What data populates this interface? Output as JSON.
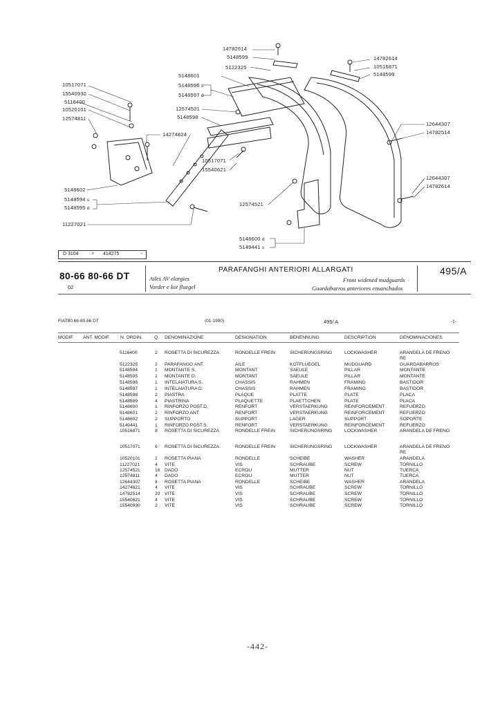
{
  "diagram": {
    "callouts": [
      {
        "id": "c1",
        "text": "14782614"
      },
      {
        "id": "c2",
        "text": "5148599"
      },
      {
        "id": "c3",
        "text": "5122325"
      },
      {
        "id": "c4",
        "text": "14782614"
      },
      {
        "id": "c5",
        "text": "10516871"
      },
      {
        "id": "c6",
        "text": "5148599"
      },
      {
        "id": "c7",
        "text": "5148601"
      },
      {
        "id": "c8",
        "text": "5148596"
      },
      {
        "id": "c9",
        "text": "5148597"
      },
      {
        "id": "c10",
        "text": "12574521"
      },
      {
        "id": "c11",
        "text": "5148598"
      },
      {
        "id": "c12",
        "text": "10517071"
      },
      {
        "id": "c13",
        "text": "15540930"
      },
      {
        "id": "c14",
        "text": "5116400"
      },
      {
        "id": "c15",
        "text": "10520101"
      },
      {
        "id": "c16",
        "text": "12574811"
      },
      {
        "id": "c17",
        "text": "14274824"
      },
      {
        "id": "c18",
        "text": "10517071"
      },
      {
        "id": "c19",
        "text": "15540621"
      },
      {
        "id": "c20",
        "text": "12644307"
      },
      {
        "id": "c21",
        "text": "14782514"
      },
      {
        "id": "c22",
        "text": "12644307"
      },
      {
        "id": "c23",
        "text": "14782614"
      },
      {
        "id": "c24",
        "text": "5148602"
      },
      {
        "id": "c25",
        "text": "5148594"
      },
      {
        "id": "c26",
        "text": "5148595"
      },
      {
        "id": "c27",
        "text": "12574521"
      },
      {
        "id": "c28",
        "text": "11227021"
      },
      {
        "id": "c29",
        "text": "5148600"
      },
      {
        "id": "c30",
        "text": "5149441"
      }
    ],
    "suffixes": {
      "s": "s",
      "d": "d"
    },
    "ref_box": {
      "left": "D 3104",
      "mid": "...n",
      "right": "414275",
      "arrow": "→"
    }
  },
  "header": {
    "model": "80-66 80-66 DT",
    "code": "02",
    "title": "PARAFANGHI ANTERIORI ALLARGATI",
    "fr": "Ailes AV elargies",
    "de": "Vorder e kot fluegel",
    "en": "Front widened mudguards",
    "es": "Guardabarros anteriores ensanchados",
    "page": "495/A"
  },
  "meta": {
    "left": "FIAT80.66-80.66 DT",
    "date": "(01-1990)",
    "page": "495/ A",
    "sheet": "-1-"
  },
  "table": {
    "headers": [
      "MODIF.",
      "ANT. MODIF.",
      "N. ORDIN.",
      "Q.",
      "DENOMINAZIONE",
      "DESIGNATION",
      "BENENNUNG",
      "DESCRIPTION",
      "DENOMINACIONES"
    ],
    "rows": [
      {
        "n": "5116400",
        "q": "2",
        "it": "ROSETTA DI SICUREZZA",
        "fr": "RONDELLE FREIN",
        "de": "SICHERUNGSRING",
        "en": "LOCKWASHER",
        "es": "ARANDELA DE FRENO",
        "es2": "RE"
      },
      {
        "n": "5122325",
        "q": "2",
        "it": "PARAFANGO ANT.",
        "fr": "AILE",
        "de": "KOTFLUEGEL",
        "en": "MUDGUARD",
        "es": "GUARDABARROS"
      },
      {
        "n": "5148594",
        "q": "1",
        "it": "MONTANTE S.",
        "fr": "MONTANT",
        "de": "SAEULE",
        "en": "PILLAR",
        "es": "MONTANTE"
      },
      {
        "n": "5148595",
        "q": "1",
        "it": "MONTANTE D.",
        "fr": "MONTANT",
        "de": "SAEULE",
        "en": "PILLAR",
        "es": "MONTANTE"
      },
      {
        "n": "5148596",
        "q": "1",
        "it": "INTELAIATURA S.",
        "fr": "CHASSIS",
        "de": "RAHMEN",
        "en": "FRAMING",
        "es": "BASTIDOR"
      },
      {
        "n": "5148597",
        "q": "1",
        "it": "INTELAIATURA D.",
        "fr": "CHASSIS",
        "de": "RAHMEN",
        "en": "FRAMING",
        "es": "BASTIDOR"
      },
      {
        "n": "5148598",
        "q": "2",
        "it": "PIASTRA",
        "fr": "PLAQUE",
        "de": "PLATTE",
        "en": "PLATE",
        "es": "PLACA"
      },
      {
        "n": "5148599",
        "q": "4",
        "it": "PIASTRINA",
        "fr": "PLAQUETTE",
        "de": "PLAETTCHEN",
        "en": "PLATE",
        "es": "PLACA"
      },
      {
        "n": "5148600",
        "q": "1",
        "it": "RINFORZO POST.D.",
        "fr": "RENFORT",
        "de": "VERSTAERKUNG",
        "en": "REINFORCEMENT",
        "es": "REFUERZO"
      },
      {
        "n": "5148601",
        "q": "2",
        "it": "RINFORZO ANT.",
        "fr": "RENFORT",
        "de": "VERSTAERKUNG",
        "en": "REINFORCEMENT",
        "es": "REFUERZO"
      },
      {
        "n": "5148602",
        "q": "2",
        "it": "SUPPORTO",
        "fr": "SUPPORT",
        "de": "LAGER",
        "en": "SUPPORT",
        "es": "SOPORTE"
      },
      {
        "n": "5149441",
        "q": "1",
        "it": "RINFORZO POST.S.",
        "fr": "RENFORT",
        "de": "VERSTAERKUNG",
        "en": "REINFORCEMENT",
        "es": "REFUERZO"
      },
      {
        "n": "10516871",
        "q": "8",
        "it": "ROSETTA DI SICUREZZA",
        "fr": "RONDELLE FREIN",
        "de": "SICHERUNGSRING",
        "en": "LOCKWASHER",
        "es": "ARANDELA DE FRENO"
      },
      {
        "n": "10517071",
        "q": "6",
        "it": "ROSETTA DI SICUREZZA",
        "fr": "RONDELLE FREIN",
        "de": "SICHERUNGSRING",
        "en": "LOCKWASHER",
        "es": "ARANDELA DE FRENO",
        "es2": "RE"
      },
      {
        "n": "10520101",
        "q": "2",
        "it": "ROSETTA PIANA",
        "fr": "RONDELLE",
        "de": "SCHEIBE",
        "en": "WASHER",
        "es": "ARANDELA"
      },
      {
        "n": "11227021",
        "q": "4",
        "it": "VITE",
        "fr": "VIS",
        "de": "SCHRAUBE",
        "en": "SCREW",
        "es": "TORNILLO"
      },
      {
        "n": "12574521",
        "q": "16",
        "it": "DADO",
        "fr": "ECROU",
        "de": "MUTTER",
        "en": "NUT",
        "es": "TUERCA"
      },
      {
        "n": "12574811",
        "q": "4",
        "it": "DADO",
        "fr": "ECROU",
        "de": "MUTTER",
        "en": "NUT",
        "es": "TUERCA"
      },
      {
        "n": "12644307",
        "q": "8",
        "it": "ROSETTA PIANA",
        "fr": "RONDELLE",
        "de": "SCHEIBE",
        "en": "WASHER",
        "es": "ARANDELA"
      },
      {
        "n": "14274821",
        "q": "4",
        "it": "VITE",
        "fr": "VIS",
        "de": "SCHRAUBE",
        "en": "SCREW",
        "es": "TORNILLO"
      },
      {
        "n": "14782514",
        "q": "20",
        "it": "VITE",
        "fr": "VIS",
        "de": "SCHRAUBE",
        "en": "SCREW",
        "es": "TORNILLO"
      },
      {
        "n": "15540621",
        "q": "4",
        "it": "VITE",
        "fr": "VIS",
        "de": "SCHRAUBE",
        "en": "SCREW",
        "es": "TORNILLO"
      },
      {
        "n": "15540930",
        "q": "2",
        "it": "VITE",
        "fr": "VIS",
        "de": "SCHRAUBE",
        "en": "SCREW",
        "es": "TORNILLO"
      }
    ]
  },
  "footer": {
    "page_number": "-442-"
  }
}
